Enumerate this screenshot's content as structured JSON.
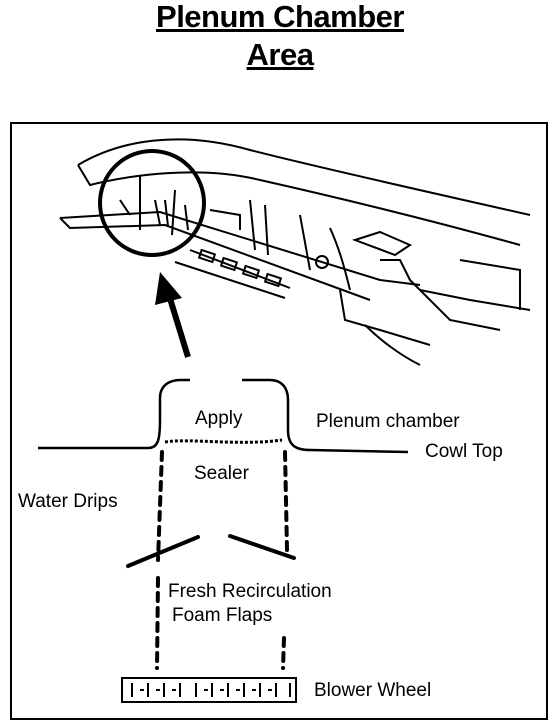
{
  "title": {
    "line1": "Plenum Chamber",
    "line2": "Area"
  },
  "labels": {
    "apply": "Apply",
    "sealer": "Sealer",
    "plenum_chamber": "Plenum chamber",
    "cowl_top": "Cowl Top",
    "water_drips": "Water Drips",
    "fresh_recirculation": "Fresh Recirculation",
    "foam_flaps": "Foam Flaps",
    "blower_wheel": "Blower Wheel"
  }
}
